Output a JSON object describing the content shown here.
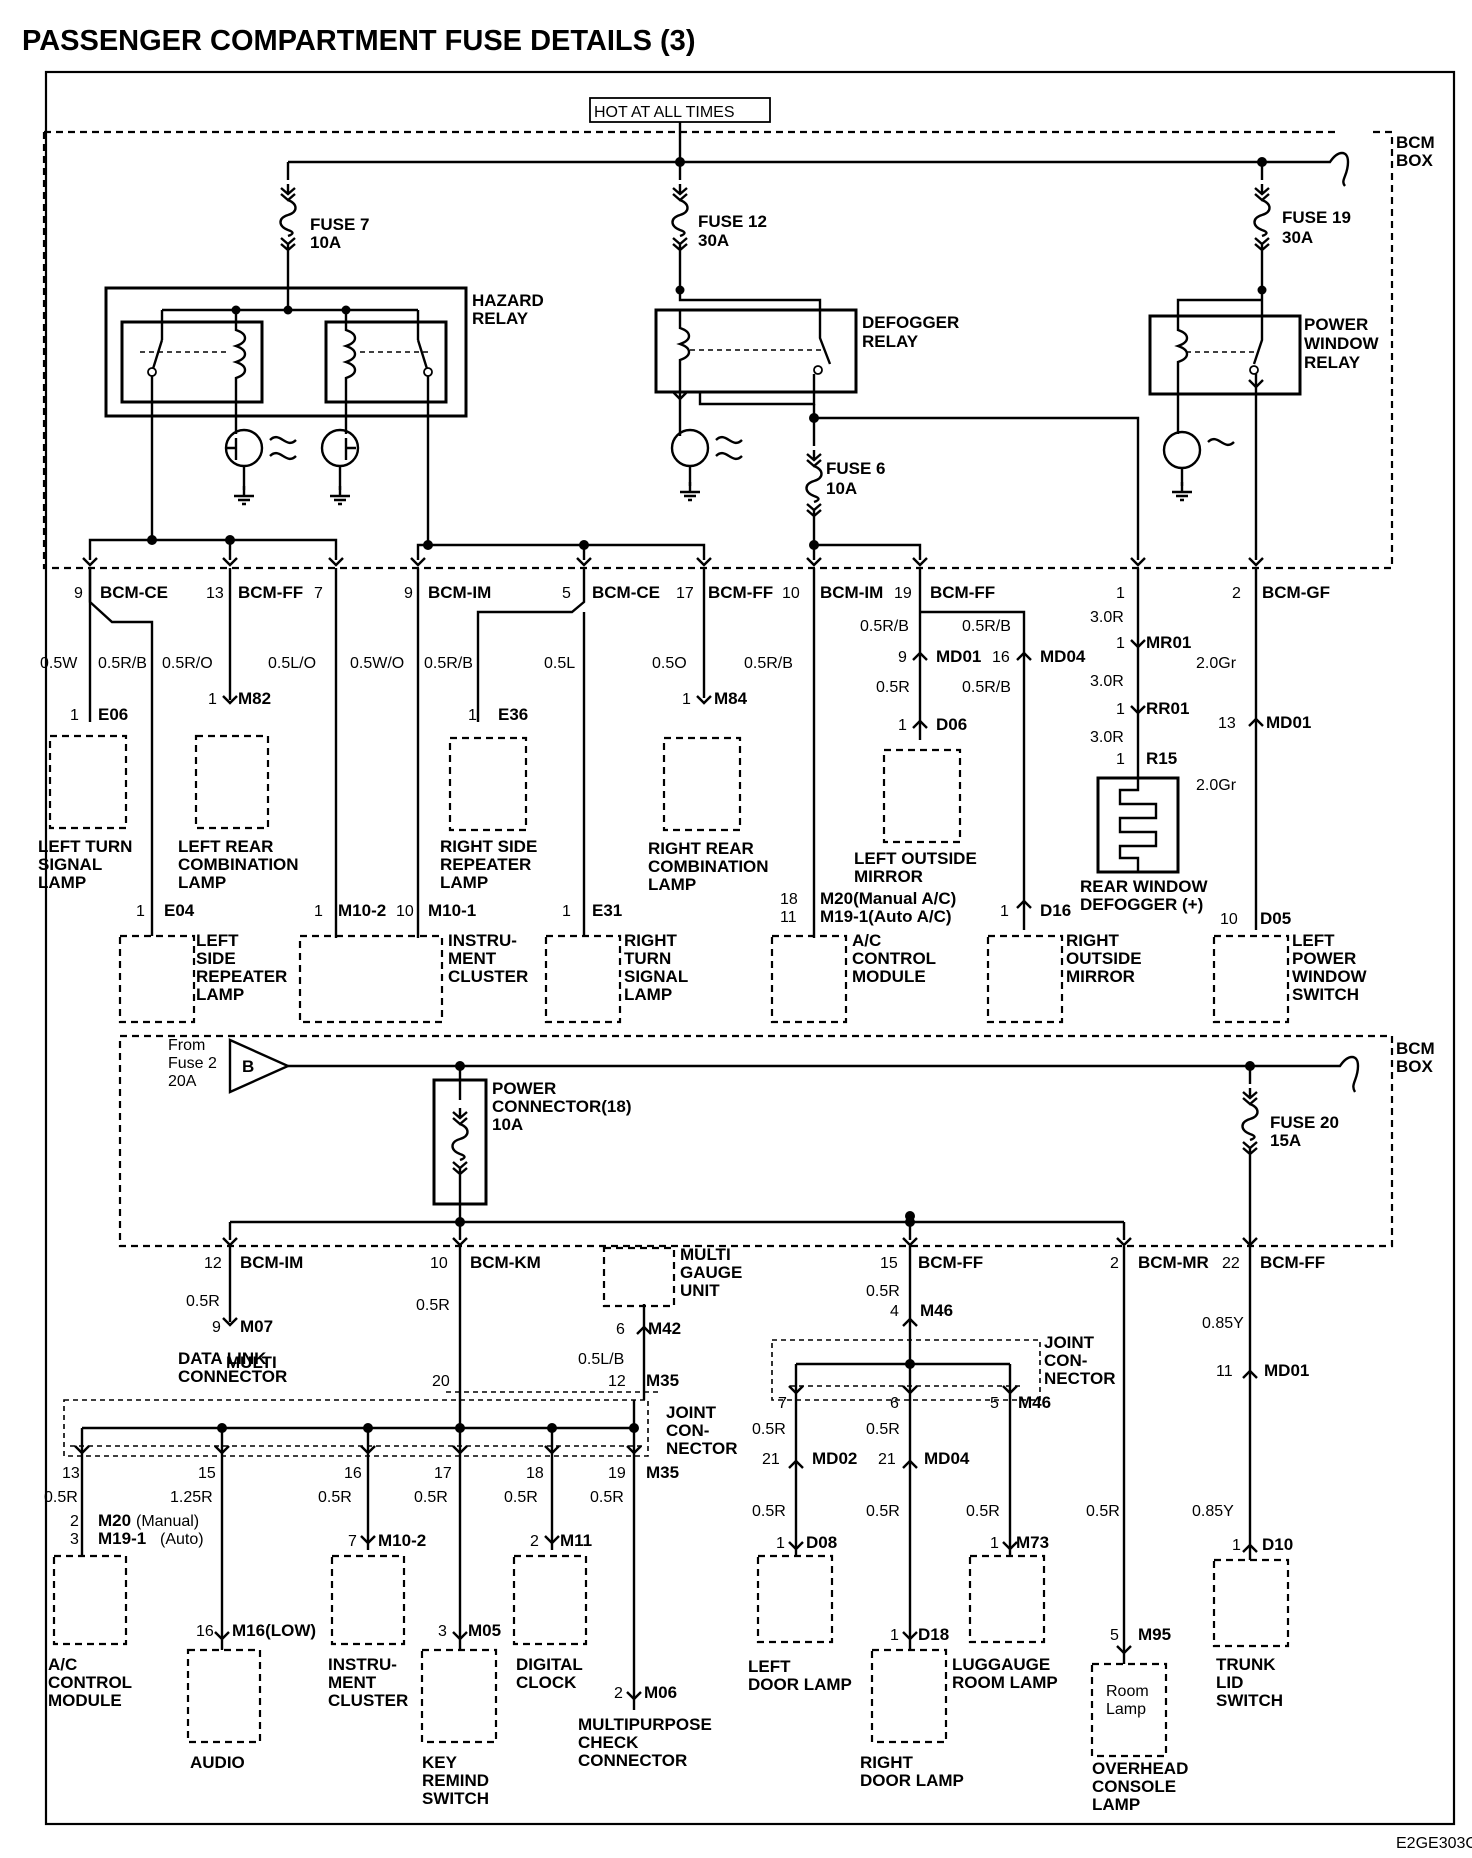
{
  "title": "PASSENGER COMPARTMENT FUSE DETAILS (3)",
  "ref_code": "E2GE303C",
  "hot_label": "HOT AT ALL TIMES",
  "bcm_box_label": [
    "BCM",
    "BOX"
  ],
  "fuses": {
    "f7": [
      "FUSE 7",
      "10A"
    ],
    "f12": [
      "FUSE 12",
      "30A"
    ],
    "f19": [
      "FUSE 19",
      "30A"
    ],
    "f6": [
      "FUSE 6",
      "10A"
    ],
    "f20": [
      "FUSE 20",
      "15A"
    ],
    "power_connector": [
      "POWER",
      "CONNECTOR(18)",
      "10A"
    ]
  },
  "relays": {
    "hazard": [
      "HAZARD",
      "RELAY"
    ],
    "defogger": [
      "DEFOGGER",
      "RELAY"
    ],
    "power_window": [
      "POWER",
      "WINDOW",
      "RELAY"
    ]
  },
  "from_fuse": [
    "From",
    "Fuse 2",
    "20A"
  ],
  "connector_b": "B",
  "joint_connector": [
    "JOINT",
    "CON-",
    "NECTOR"
  ],
  "top_pins": [
    {
      "pin": "9",
      "conn": "BCM-CE"
    },
    {
      "pin": "13",
      "conn": "BCM-FF"
    },
    {
      "pin": "7",
      "conn": ""
    },
    {
      "pin": "9",
      "conn": "BCM-IM"
    },
    {
      "pin": "5",
      "conn": "BCM-CE"
    },
    {
      "pin": "17",
      "conn": "BCM-FF"
    },
    {
      "pin": "10",
      "conn": "BCM-IM"
    },
    {
      "pin": "19",
      "conn": "BCM-FF"
    },
    {
      "pin": "1",
      "conn": ""
    },
    {
      "pin": "2",
      "conn": "BCM-GF"
    }
  ],
  "wire_colors": {
    "w1": "0.5W",
    "w2": "0.5R/B",
    "w3": "0.5R/O",
    "w4": "0.5L/O",
    "w5": "0.5W/O",
    "w6": "0.5R/B",
    "w7": "0.5L",
    "w8": "0.5O",
    "w9": "0.5R/B",
    "w10": "0.5R/B",
    "w11": "0.5R/B",
    "w12": "0.5R",
    "w13": "0.5R/B",
    "w14": "3.0R",
    "w15": "3.0R",
    "w16": "3.0R",
    "w17": "2.0Gr",
    "w18": "2.0Gr",
    "b1": "0.5R",
    "b2": "0.5R",
    "b3": "0.5L/B",
    "b4": "0.5R",
    "b5": "0.85Y",
    "b6": "0.5R",
    "b7": "1.25R",
    "b8": "0.5R",
    "b9": "0.5R",
    "b10": "0.5R",
    "b11": "0.5R",
    "b12": "0.5R",
    "b13": "0.5R",
    "b14": "0.5R",
    "b15": "0.5R",
    "b16": "0.5R",
    "b17": "0.5R",
    "b18": "0.5R",
    "b19": "0.85Y"
  },
  "connectors": {
    "e06": [
      "1",
      "E06"
    ],
    "m82": [
      "1",
      "M82"
    ],
    "e36": [
      "1",
      "E36"
    ],
    "m84": [
      "1",
      "M84"
    ],
    "md01a": [
      "9",
      "MD01"
    ],
    "md04a": [
      "16",
      "MD04"
    ],
    "d06": [
      "1",
      "D06"
    ],
    "mr01": [
      "1",
      "MR01"
    ],
    "rr01": [
      "1",
      "RR01"
    ],
    "r15": [
      "1",
      "R15"
    ],
    "md01b": [
      "13",
      "MD01"
    ],
    "e04": [
      "1",
      "E04"
    ],
    "m10": [
      "1",
      "M10-2",
      "10",
      "M10-1"
    ],
    "e31": [
      "1",
      "E31"
    ],
    "m20": [
      "18",
      "M20(Manual A/C)",
      "11",
      "M19-1(Auto A/C)"
    ],
    "d16": [
      "1",
      "D16"
    ],
    "d05": [
      "10",
      "D05"
    ],
    "m07": [
      "9",
      "M07"
    ],
    "m42": [
      "6",
      "M42"
    ],
    "m35a": [
      "20",
      "12",
      "M35"
    ],
    "m46a": [
      "4",
      "M46"
    ],
    "md01c": [
      "11",
      "MD01"
    ],
    "m46b": [
      "7",
      "6",
      "5",
      "M46"
    ],
    "md02": [
      "21",
      "MD02"
    ],
    "md04b": [
      "21",
      "MD04"
    ],
    "d08": [
      "1",
      "D08"
    ],
    "d18": [
      "1",
      "D18"
    ],
    "m73": [
      "1",
      "M73"
    ],
    "m95": [
      "5",
      "M95"
    ],
    "d10": [
      "1",
      "D10"
    ],
    "jpins": [
      "13",
      "15",
      "16",
      "17",
      "18",
      "19"
    ],
    "m35b": "M35",
    "m20b": [
      "2",
      "M20",
      "(Manual)",
      "3",
      "M19-1",
      "(Auto)"
    ],
    "m16": [
      "16",
      "M16(LOW)"
    ],
    "m10b": [
      "7",
      "M10-2"
    ],
    "m05": [
      "3",
      "M05"
    ],
    "m11": [
      "2",
      "M11"
    ],
    "m06": [
      "2",
      "M06"
    ]
  },
  "bottom_pins": [
    {
      "pin": "12",
      "conn": "BCM-IM"
    },
    {
      "pin": "10",
      "conn": "BCM-KM"
    },
    {
      "pin": "15",
      "conn": "BCM-FF"
    },
    {
      "pin": "2",
      "conn": "BCM-MR"
    },
    {
      "pin": "22",
      "conn": "BCM-FF"
    }
  ],
  "components": {
    "left_turn": [
      "LEFT TURN",
      "SIGNAL",
      "LAMP"
    ],
    "left_rear_comb": [
      "LEFT REAR",
      "COMBINATION",
      "LAMP"
    ],
    "right_side_rep": [
      "RIGHT SIDE",
      "REPEATER",
      "LAMP"
    ],
    "right_rear_comb": [
      "RIGHT REAR",
      "COMBINATION",
      "LAMP"
    ],
    "left_mirror": [
      "LEFT OUTSIDE",
      "MIRROR"
    ],
    "rear_defogger": [
      "REAR WINDOW",
      "DEFOGGER (+)"
    ],
    "left_side_rep": [
      "LEFT",
      "SIDE",
      "REPEATER",
      "LAMP"
    ],
    "instrument_cluster": [
      "INSTRU-",
      "MENT",
      "CLUSTER"
    ],
    "right_turn": [
      "RIGHT",
      "TURN",
      "SIGNAL",
      "LAMP"
    ],
    "ac_module": [
      "A/C",
      "CONTROL",
      "MODULE"
    ],
    "right_mirror": [
      "RIGHT",
      "OUTSIDE",
      "MIRROR"
    ],
    "left_pw_switch": [
      "LEFT",
      "POWER",
      "WINDOW",
      "SWITCH"
    ],
    "multi_gauge": [
      "MULTI",
      "GAUGE",
      "UNIT"
    ],
    "data_link": [
      "DATA LINK",
      "CONNECTOR"
    ],
    "ac_module2": [
      "A/C",
      "CONTROL",
      "MODULE"
    ],
    "audio": [
      "AUDIO"
    ],
    "instrument_cluster2": [
      "INSTRU-",
      "MENT",
      "CLUSTER"
    ],
    "key_remind": [
      "KEY",
      "REMIND",
      "SWITCH"
    ],
    "digital_clock": [
      "DIGITAL",
      "CLOCK"
    ],
    "multipurpose": [
      "MULTIPURPOSE",
      "CHECK",
      "CONNECTOR"
    ],
    "left_door": [
      "LEFT",
      "DOOR LAMP"
    ],
    "right_door": [
      "RIGHT",
      "DOOR LAMP"
    ],
    "luggage": [
      "LUGGAUGE",
      "ROOM LAMP"
    ],
    "room_lamp": [
      "Room",
      "Lamp"
    ],
    "overhead": [
      "OVERHEAD",
      "CONSOLE",
      "LAMP"
    ],
    "trunk": [
      "TRUNK",
      "LID",
      "SWITCH"
    ]
  }
}
